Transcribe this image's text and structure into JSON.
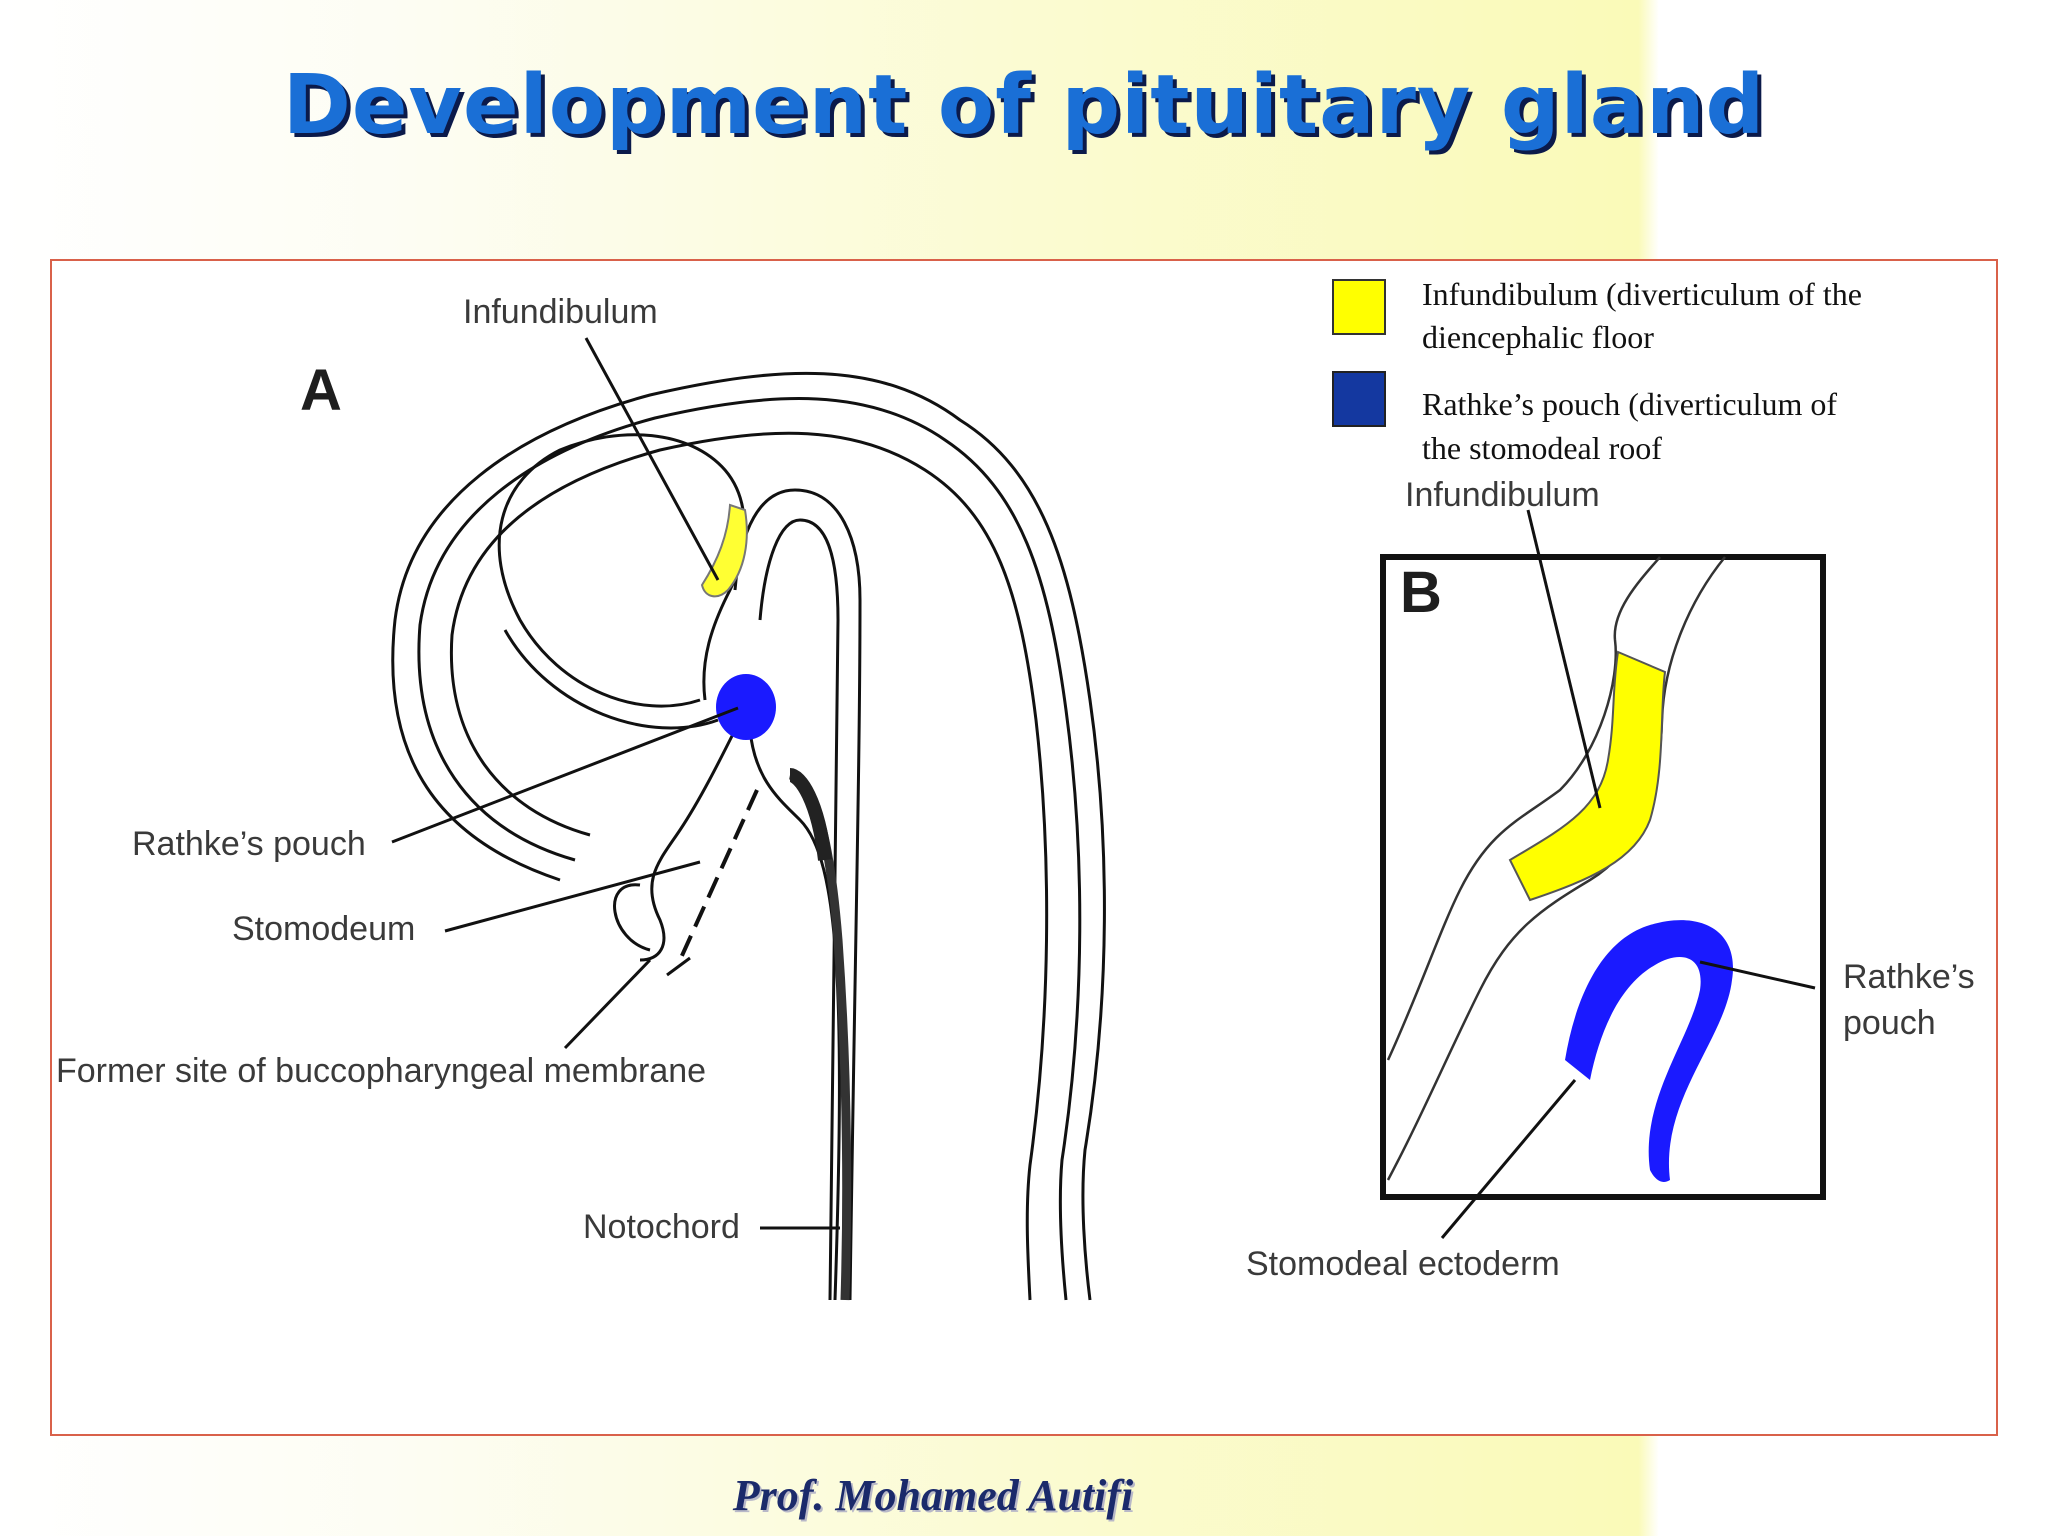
{
  "title": "Development of pituitary gland",
  "footer": "Prof. Mohamed Autifi",
  "colors": {
    "title": "#1a6fd6",
    "frame": "#d9614a",
    "infundibulum": "#ffff00",
    "rathke": "#1a1aff",
    "legend_blue": "#1438a0"
  },
  "legend": [
    {
      "color": "#ffff00",
      "line1": "Infundibulum (diverticulum of the",
      "line2": "diencephalic floor"
    },
    {
      "color": "#1438a0",
      "line1": "Rathke’s pouch (diverticulum of",
      "line2": "the stomodeal roof"
    }
  ],
  "panel_a": {
    "letter": "A",
    "labels": {
      "infundibulum": "Infundibulum",
      "rathke": "Rathke’s pouch",
      "stomodeum": "Stomodeum",
      "membrane": "Former site of buccopharyngeal membrane",
      "notochord": "Notochord"
    }
  },
  "panel_b": {
    "letter": "B",
    "labels": {
      "infundibulum": "Infundibulum",
      "rathke_line1": "Rathke’s",
      "rathke_line2": "pouch",
      "ectoderm": "Stomodeal ectoderm"
    }
  }
}
